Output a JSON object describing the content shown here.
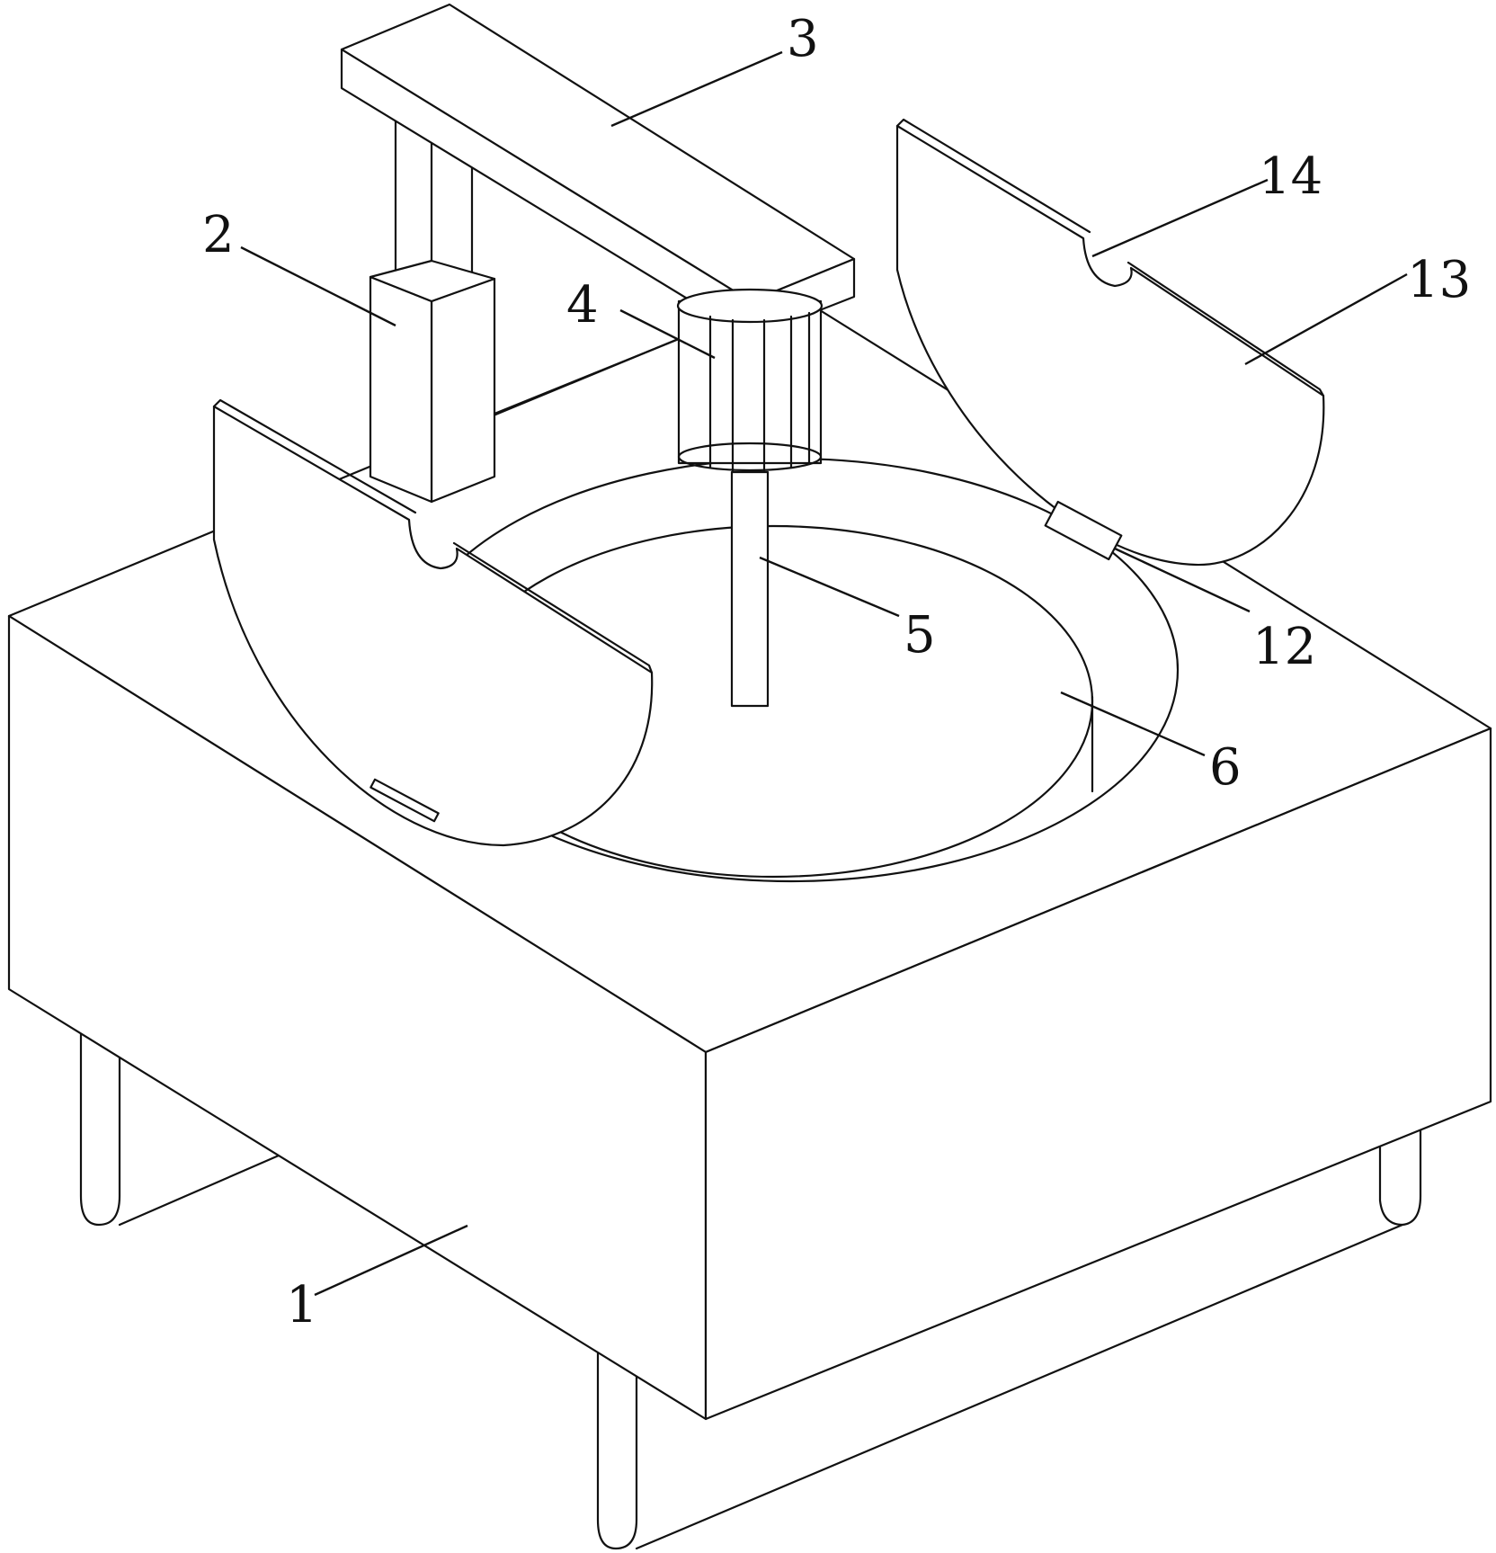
{
  "figure": {
    "labels": {
      "body": "1",
      "lift_column": "2",
      "cross_arm": "3",
      "motor": "4",
      "shaft": "5",
      "basin": "6",
      "hinge_block": "12",
      "cover_half": "13",
      "notch": "14"
    }
  }
}
